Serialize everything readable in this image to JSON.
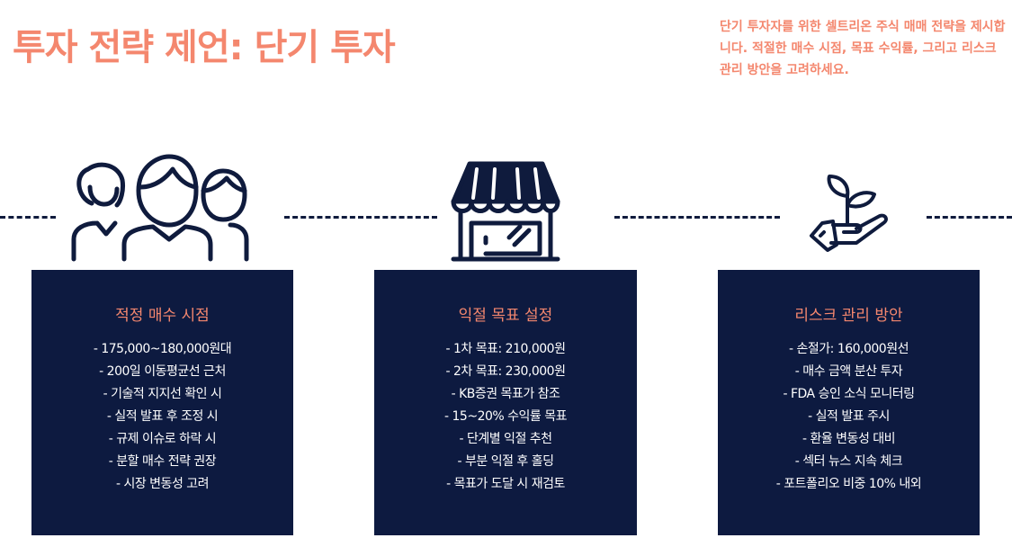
{
  "header": {
    "title": "투자 전략 제언: 단기 투자",
    "subtitle": "단기 투자자를 위한 셀트리온 주식 매매 전략을 제시합니다. 적절한 매수 시점, 목표 수익률, 그리고 리스크 관리 방안을 고려하세요."
  },
  "colors": {
    "accent": "#F4876E",
    "card_bg": "#0D1A40",
    "icon": "#0F1B3D"
  },
  "icons": [
    "people-group-icon",
    "storefront-icon",
    "hand-plant-icon"
  ],
  "cards": [
    {
      "title": "적정 매수 시점",
      "items": [
        "- 175,000~180,000원대",
        "- 200일 이동평균선 근처",
        "- 기술적 지지선 확인 시",
        "- 실적 발표 후 조정 시",
        "- 규제 이슈로 하락 시",
        "- 분할 매수 전략 권장",
        "- 시장 변동성 고려"
      ]
    },
    {
      "title": "익절 목표 설정",
      "items": [
        "- 1차 목표: 210,000원",
        "- 2차 목표: 230,000원",
        "- KB증권 목표가 참조",
        "- 15~20% 수익률 목표",
        "- 단계별 익절 추천",
        "- 부분 익절 후 홀딩",
        "- 목표가 도달 시 재검토"
      ]
    },
    {
      "title": "리스크 관리 방안",
      "items": [
        "- 손절가: 160,000원선",
        "- 매수 금액 분산 투자",
        "- FDA 승인 소식 모니터링",
        "- 실적 발표 주시",
        "- 환율 변동성 대비",
        "- 섹터 뉴스 지속 체크",
        "- 포트폴리오 비중 10% 내외"
      ]
    }
  ]
}
